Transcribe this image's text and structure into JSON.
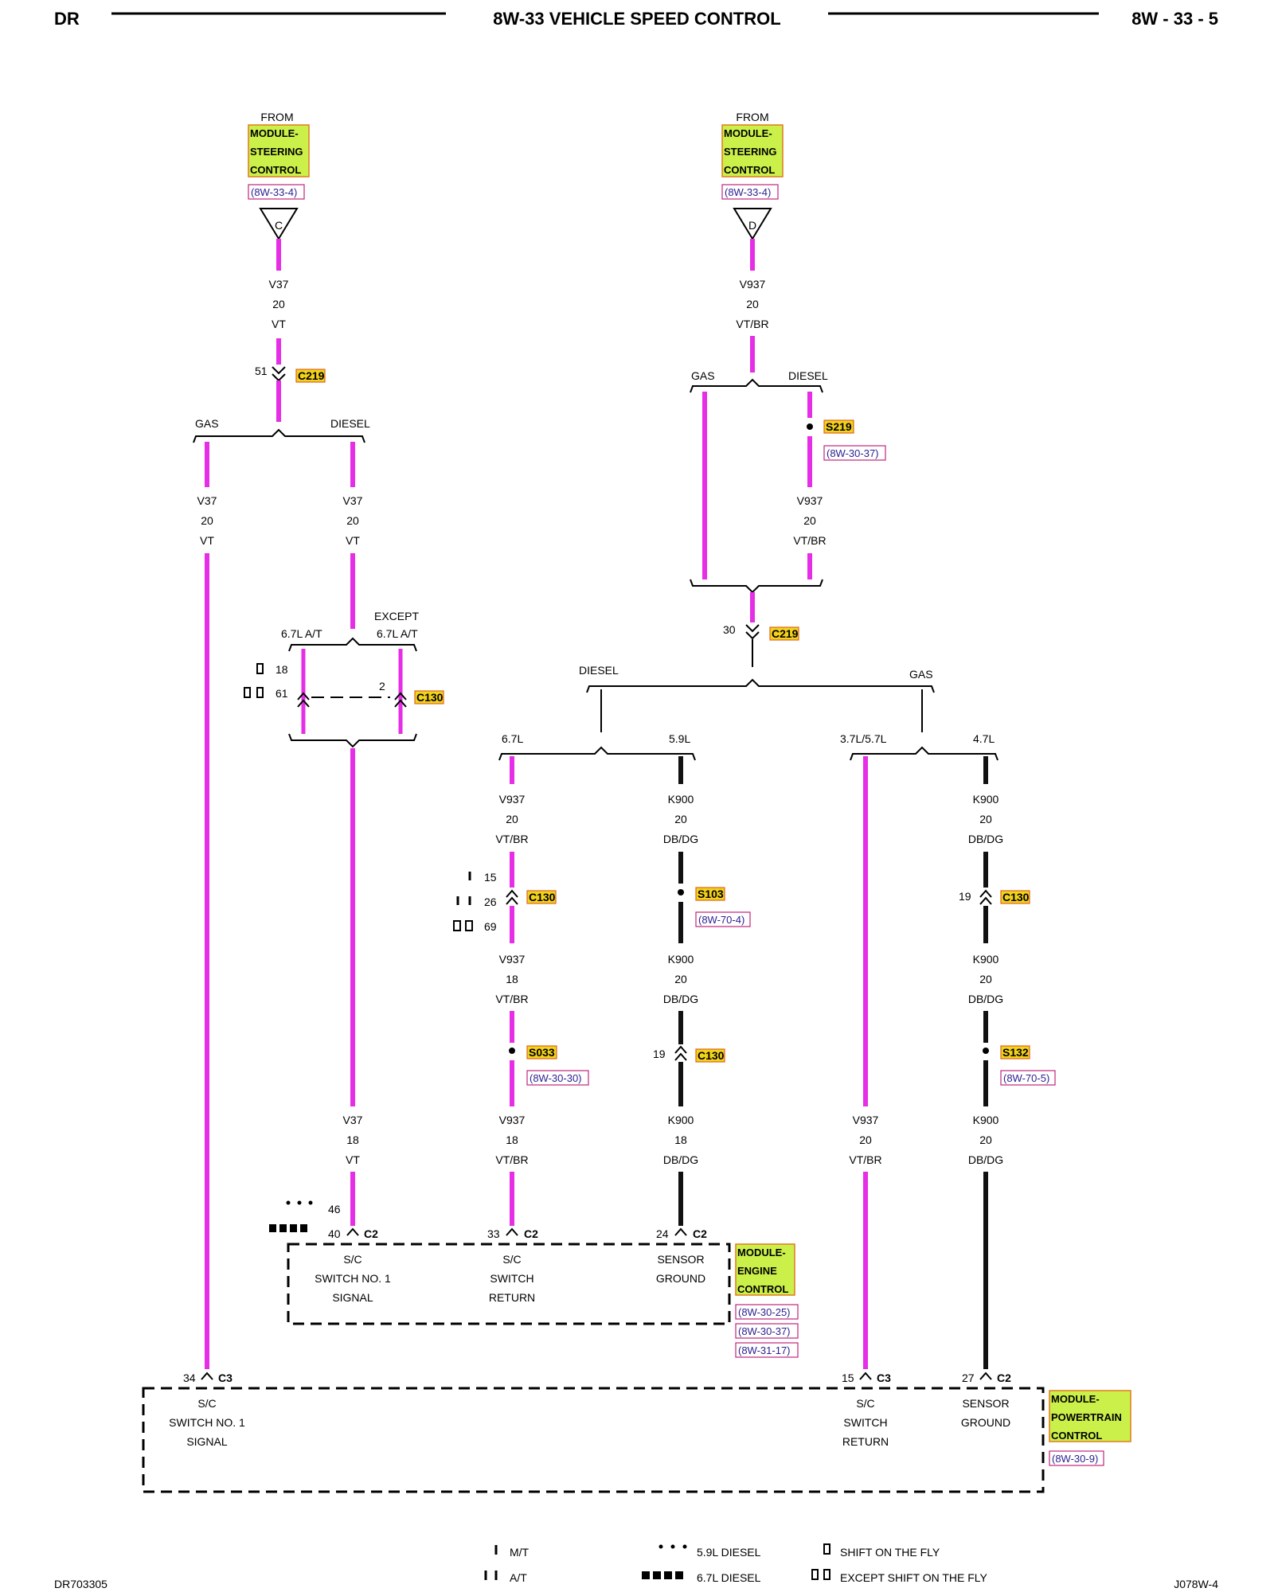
{
  "header": {
    "left": "DR",
    "title": "8W-33 VEHICLE SPEED CONTROL",
    "right": "8W - 33 - 5"
  },
  "footer": {
    "left": "DR703305",
    "right": "J078W-4"
  },
  "from_labels": {
    "left_from": "FROM",
    "left_module": [
      "MODULE-",
      "STEERING",
      "CONTROL"
    ],
    "left_ref": "(8W-33-4)",
    "left_connector_letter": "C",
    "right_from": "FROM",
    "right_module": [
      "MODULE-",
      "STEERING",
      "CONTROL"
    ],
    "right_ref": "(8W-33-4)",
    "right_connector_letter": "D"
  },
  "wires": {
    "v37_top": [
      "V37",
      "20",
      "VT"
    ],
    "v37_gas": [
      "V37",
      "20",
      "VT"
    ],
    "v37_diesel": [
      "V37",
      "20",
      "VT"
    ],
    "v37_bottom": [
      "V37",
      "18",
      "VT"
    ],
    "v937_top": [
      "V937",
      "20",
      "VT/BR"
    ],
    "v937_diesel_splice": [
      "V937",
      "20",
      "VT/BR"
    ],
    "v937_67_a": [
      "V937",
      "20",
      "VT/BR"
    ],
    "v937_67_b": [
      "V937",
      "18",
      "VT/BR"
    ],
    "v937_67_c": [
      "V937",
      "18",
      "VT/BR"
    ],
    "k900_59_a": [
      "K900",
      "20",
      "DB/DG"
    ],
    "k900_59_b": [
      "K900",
      "20",
      "DB/DG"
    ],
    "k900_59_c": [
      "K900",
      "18",
      "DB/DG"
    ],
    "v937_37": [
      "V937",
      "20",
      "VT/BR"
    ],
    "k900_47_a": [
      "K900",
      "20",
      "DB/DG"
    ],
    "k900_47_b": [
      "K900",
      "20",
      "DB/DG"
    ],
    "k900_47_c": [
      "K900",
      "20",
      "DB/DG"
    ]
  },
  "branches": {
    "gas": "GAS",
    "diesel": "DIESEL",
    "at67": "6.7L A/T",
    "except": "EXCEPT",
    "except_at67": "6.7L A/T",
    "l67": "6.7L",
    "l59": "5.9L",
    "l37": "3.7L/5.7L",
    "l47": "4.7L"
  },
  "connectors": {
    "c219": "C219",
    "c130": "C130",
    "c2": "C2",
    "c3": "C3",
    "s219": "S219",
    "s103": "S103",
    "s033": "S033",
    "s132": "S132",
    "ref_s219": "(8W-30-37)",
    "ref_s103": "(8W-70-4)",
    "ref_s033": "(8W-30-30)",
    "ref_s132": "(8W-70-5)"
  },
  "pins": {
    "p51": "51",
    "p30": "30",
    "p18": "18",
    "p61": "61",
    "p2": "2",
    "p15": "15",
    "p26": "26",
    "p69": "69",
    "p19a": "19",
    "p19b": "19",
    "p46": "46",
    "p40": "40",
    "p33": "33",
    "p24": "24",
    "p34": "34",
    "p15c3": "15",
    "p27": "27"
  },
  "ecm": {
    "module": [
      "MODULE-",
      "ENGINE",
      "CONTROL"
    ],
    "refs": [
      "(8W-30-25)",
      "(8W-30-37)",
      "(8W-31-17)"
    ],
    "term1": [
      "S/C",
      "SWITCH NO. 1",
      "SIGNAL"
    ],
    "term2": [
      "S/C",
      "SWITCH",
      "RETURN"
    ],
    "term3": [
      "SENSOR",
      "GROUND"
    ]
  },
  "pcm": {
    "module": [
      "MODULE-",
      "POWERTRAIN",
      "CONTROL"
    ],
    "ref": "(8W-30-9)",
    "term1": [
      "S/C",
      "SWITCH NO. 1",
      "SIGNAL"
    ],
    "term2": [
      "S/C",
      "SWITCH",
      "RETURN"
    ],
    "term3": [
      "SENSOR",
      "GROUND"
    ]
  },
  "legend": {
    "mt": "M/T",
    "at": "A/T",
    "d59": "5.9L DIESEL",
    "d67": "6.7L DIESEL",
    "shift": "SHIFT ON THE FLY",
    "except_shift": "EXCEPT SHIFT ON THE FLY"
  },
  "colors": {
    "wire_violet": "#e62ee6",
    "wire_dark": "#111111",
    "module_fill": "#ccf04a",
    "connector_fill": "#f2d21b",
    "reference_text": "#2a1f8f"
  }
}
